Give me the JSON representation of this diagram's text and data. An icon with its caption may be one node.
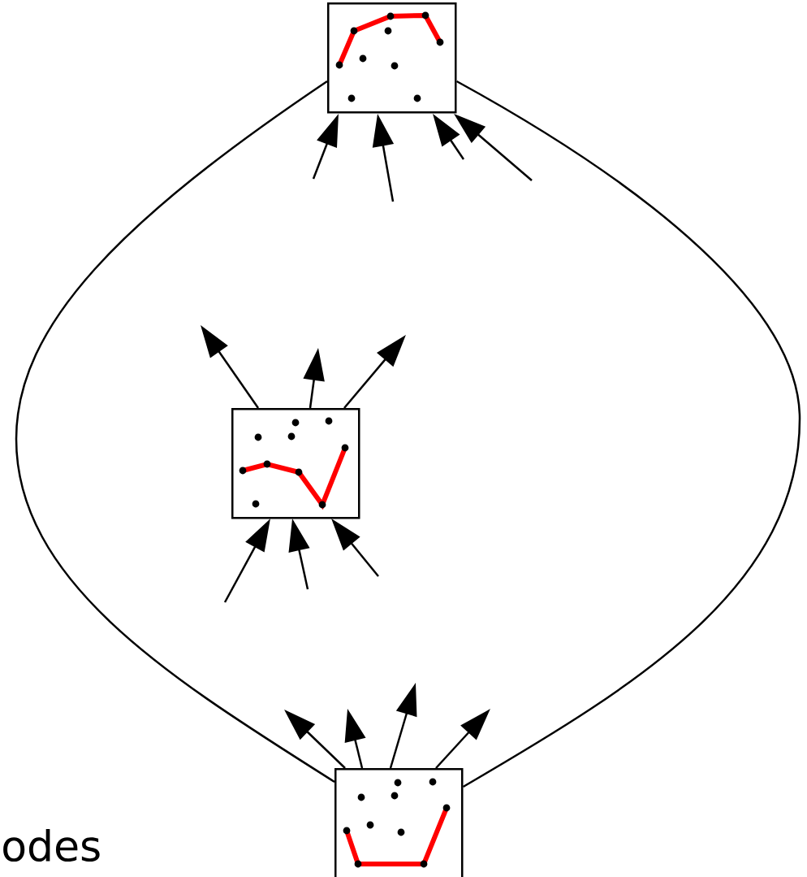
{
  "diagram": {
    "nodes": [
      {
        "text": [],
        "shape": "box"
      },
      {
        "text": [],
        "shape": "box"
      },
      {
        "text": [],
        "shape": "box"
      }
    ],
    "edges": [
      {
        "from": 0,
        "to": 2,
        "arrow": "none"
      },
      {
        "from": 0,
        "to": 2,
        "arrow": "none"
      },
      {
        "from": null,
        "to": 0,
        "arrow": "to"
      },
      {
        "from": null,
        "to": 0,
        "arrow": "to"
      },
      {
        "from": null,
        "to": 0,
        "arrow": "to"
      },
      {
        "from": null,
        "to": 0,
        "arrow": "to"
      },
      {
        "from": 1,
        "to": null,
        "arrow": "to"
      },
      {
        "from": 1,
        "to": null,
        "arrow": "to"
      },
      {
        "from": 1,
        "to": null,
        "arrow": "to"
      },
      {
        "from": null,
        "to": 1,
        "arrow": "to"
      },
      {
        "from": null,
        "to": 1,
        "arrow": "to"
      },
      {
        "from": null,
        "to": 1,
        "arrow": "to"
      },
      {
        "from": 2,
        "to": null,
        "arrow": "to"
      },
      {
        "from": 2,
        "to": null,
        "arrow": "to"
      },
      {
        "from": 2,
        "to": null,
        "arrow": "to"
      },
      {
        "from": 2,
        "to": null,
        "arrow": "to"
      }
    ],
    "labels": [
      "odes"
    ]
  }
}
